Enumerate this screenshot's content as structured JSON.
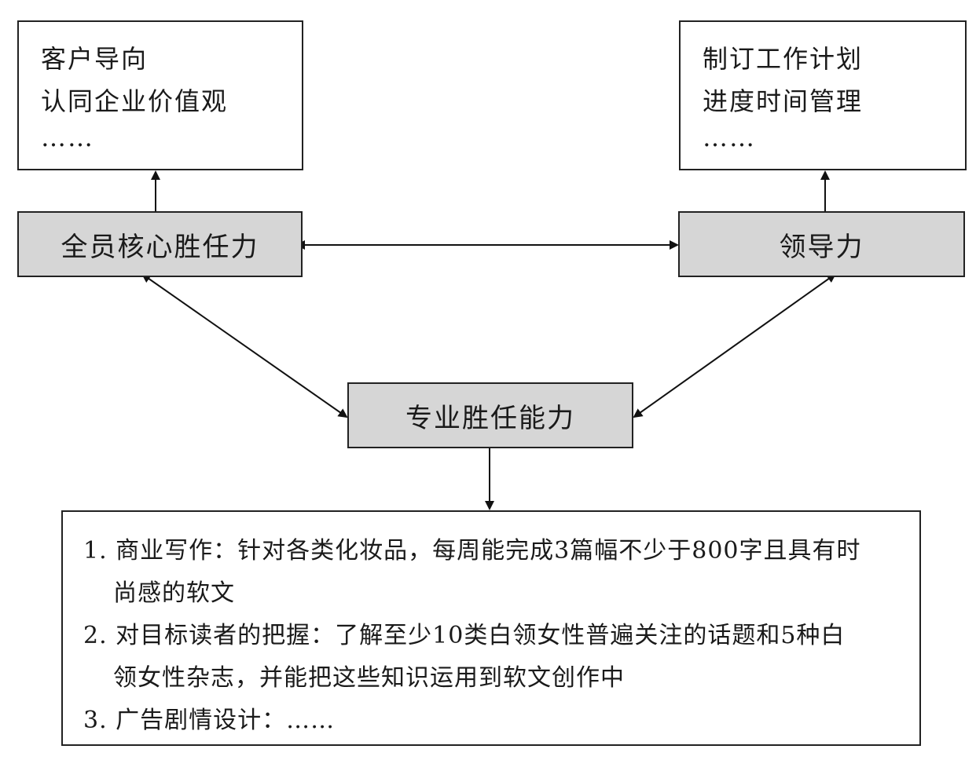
{
  "top_left_box": {
    "lines": [
      "客户导向",
      "认同企业价值观",
      "……"
    ]
  },
  "top_right_box": {
    "lines": [
      "制订工作计划",
      "进度时间管理",
      "……"
    ]
  },
  "nodes": {
    "core": "全员核心胜任力",
    "leadership": "领导力",
    "professional": "专业胜任能力"
  },
  "detail_box": {
    "items": [
      {
        "line1": "1. 商业写作：针对各类化妆品，每周能完成3篇幅不少于800字且具有时",
        "line2": "尚感的软文"
      },
      {
        "line1": "2. 对目标读者的把握：了解至少10类白领女性普遍关注的话题和5种白",
        "line2": "领女性杂志，并能把这些知识运用到软文创作中"
      },
      {
        "line1": "3. 广告剧情设计：……",
        "line2": ""
      }
    ]
  }
}
